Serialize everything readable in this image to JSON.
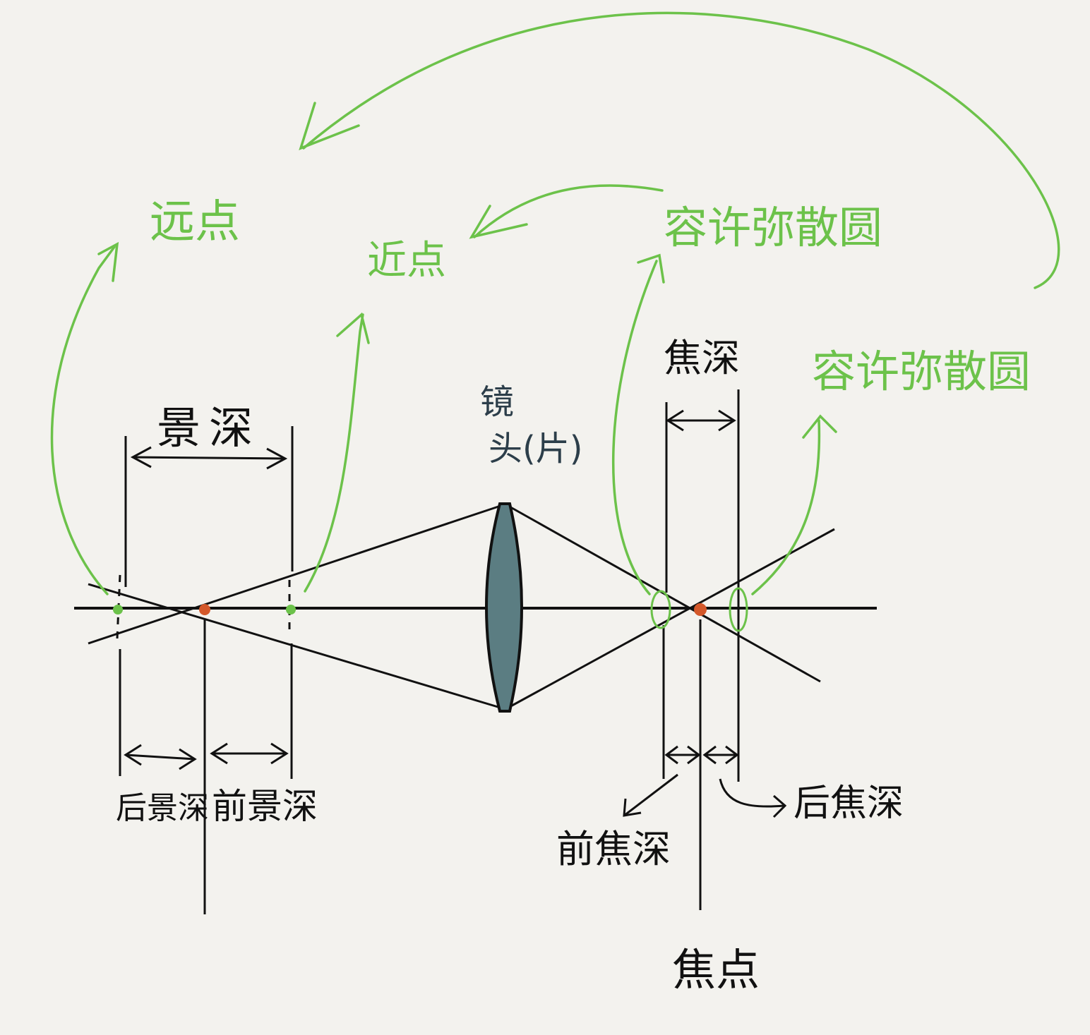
{
  "labels": {
    "far_point": "远点",
    "near_point": "近点",
    "coc_top": "容许弥散圆",
    "coc_right": "容许弥散圆",
    "depth_of_field": "景深",
    "depth_of_focus": "焦深",
    "lens_line1": "镜",
    "lens_line2": "头(片)",
    "rear_dof": "后景深",
    "front_dof": "前景深",
    "front_focus_depth": "前焦深",
    "rear_focus_depth": "后焦深",
    "focal_point": "焦点"
  },
  "colors": {
    "ink": "#111111",
    "green": "#6cc24a",
    "lens_fill": "#5b7d82",
    "focus_dot": "#d4582a",
    "background": "#f3f2ee"
  }
}
